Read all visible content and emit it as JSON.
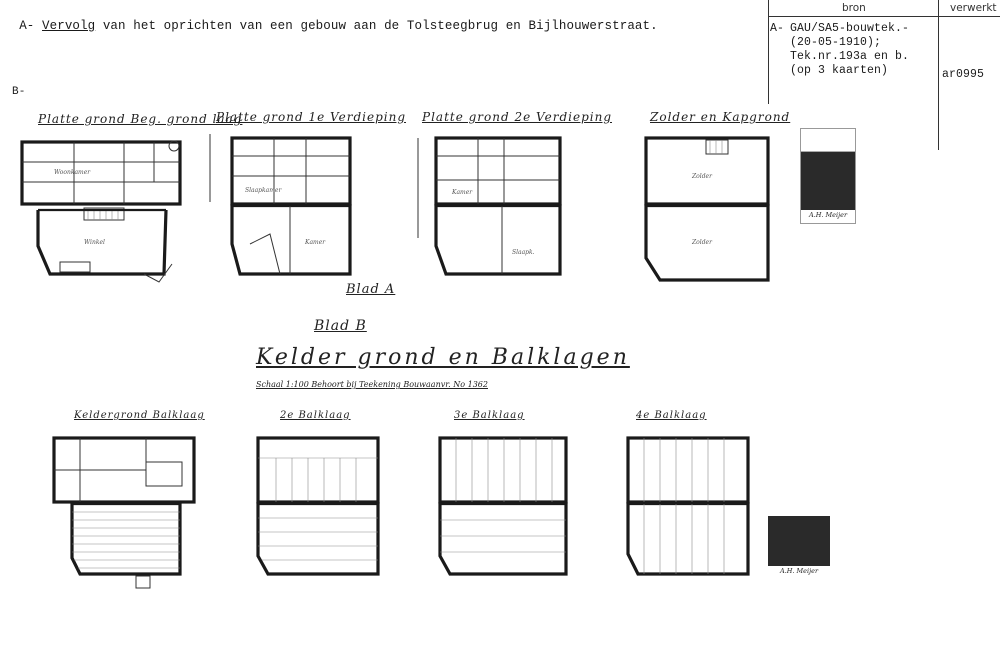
{
  "header": {
    "a_prefix": "A-",
    "title_underlined": "Vervolg",
    "title_rest": " van het oprichten van een gebouw aan de Tolsteegbrug en Bijlhouwerstraat.",
    "b_label": "B-"
  },
  "source_table": {
    "col_bron": "bron",
    "col_verwerkt": "verwerkt",
    "entry_prefix": "A-",
    "lines": [
      "GAU/SA5-bouwtek.-",
      "(20-05-1910);",
      "Tek.nr.193a en b.",
      "(op 3 kaarten)"
    ],
    "verwerkt_code": "ar0995"
  },
  "drawing": {
    "sheet_a_plans": [
      {
        "title": "Platte grond Beg. grond laag"
      },
      {
        "title": "Platte grond 1e Verdieping"
      },
      {
        "title": "Platte grond 2e Verdieping"
      },
      {
        "title": "Zolder en Kapgrond"
      }
    ],
    "blad_a_label": "Blad A",
    "blad_b_label": "Blad B",
    "sheet_b_title": "Kelder grond en Balklagen",
    "sheet_b_subtitle": "Schaal 1:100 Behoort bij Teekening Bouwaanvr. No 1362",
    "sheet_b_plans": [
      {
        "title": "Keldergrond Balklaag"
      },
      {
        "title": "2e Balklaag"
      },
      {
        "title": "3e Balklaag"
      },
      {
        "title": "4e Balklaag"
      }
    ],
    "signature": "A.H. Meijer"
  }
}
